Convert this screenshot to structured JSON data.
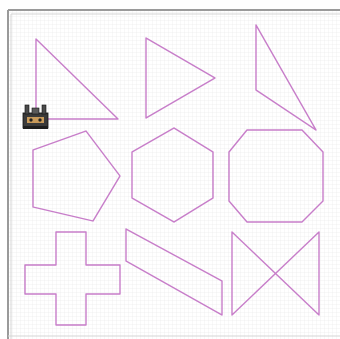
{
  "canvas": {
    "background": "#ffffff",
    "grid_color": "#e6e6e6",
    "frame_color": "#9a9a9a",
    "inner_frame_color": "#d4d4d4",
    "shape_stroke": "#c77dc9"
  },
  "shapes": [
    {
      "kind": "triangle",
      "icon": "right-triangle-outline"
    },
    {
      "kind": "triangle",
      "icon": "right-pointing-triangle-outline"
    },
    {
      "kind": "triangle",
      "icon": "slanted-triangle-outline"
    },
    {
      "kind": "pentagon",
      "icon": "pentagon-outline"
    },
    {
      "kind": "hexagon",
      "icon": "hexagon-outline"
    },
    {
      "kind": "octagon",
      "icon": "octagon-outline"
    },
    {
      "kind": "cross",
      "icon": "plus-cross-outline"
    },
    {
      "kind": "parallelogram",
      "icon": "parallelogram-outline"
    },
    {
      "kind": "bowtie",
      "icon": "bowtie-outline"
    }
  ],
  "sprite": {
    "icon": "robot-turtle-icon"
  }
}
